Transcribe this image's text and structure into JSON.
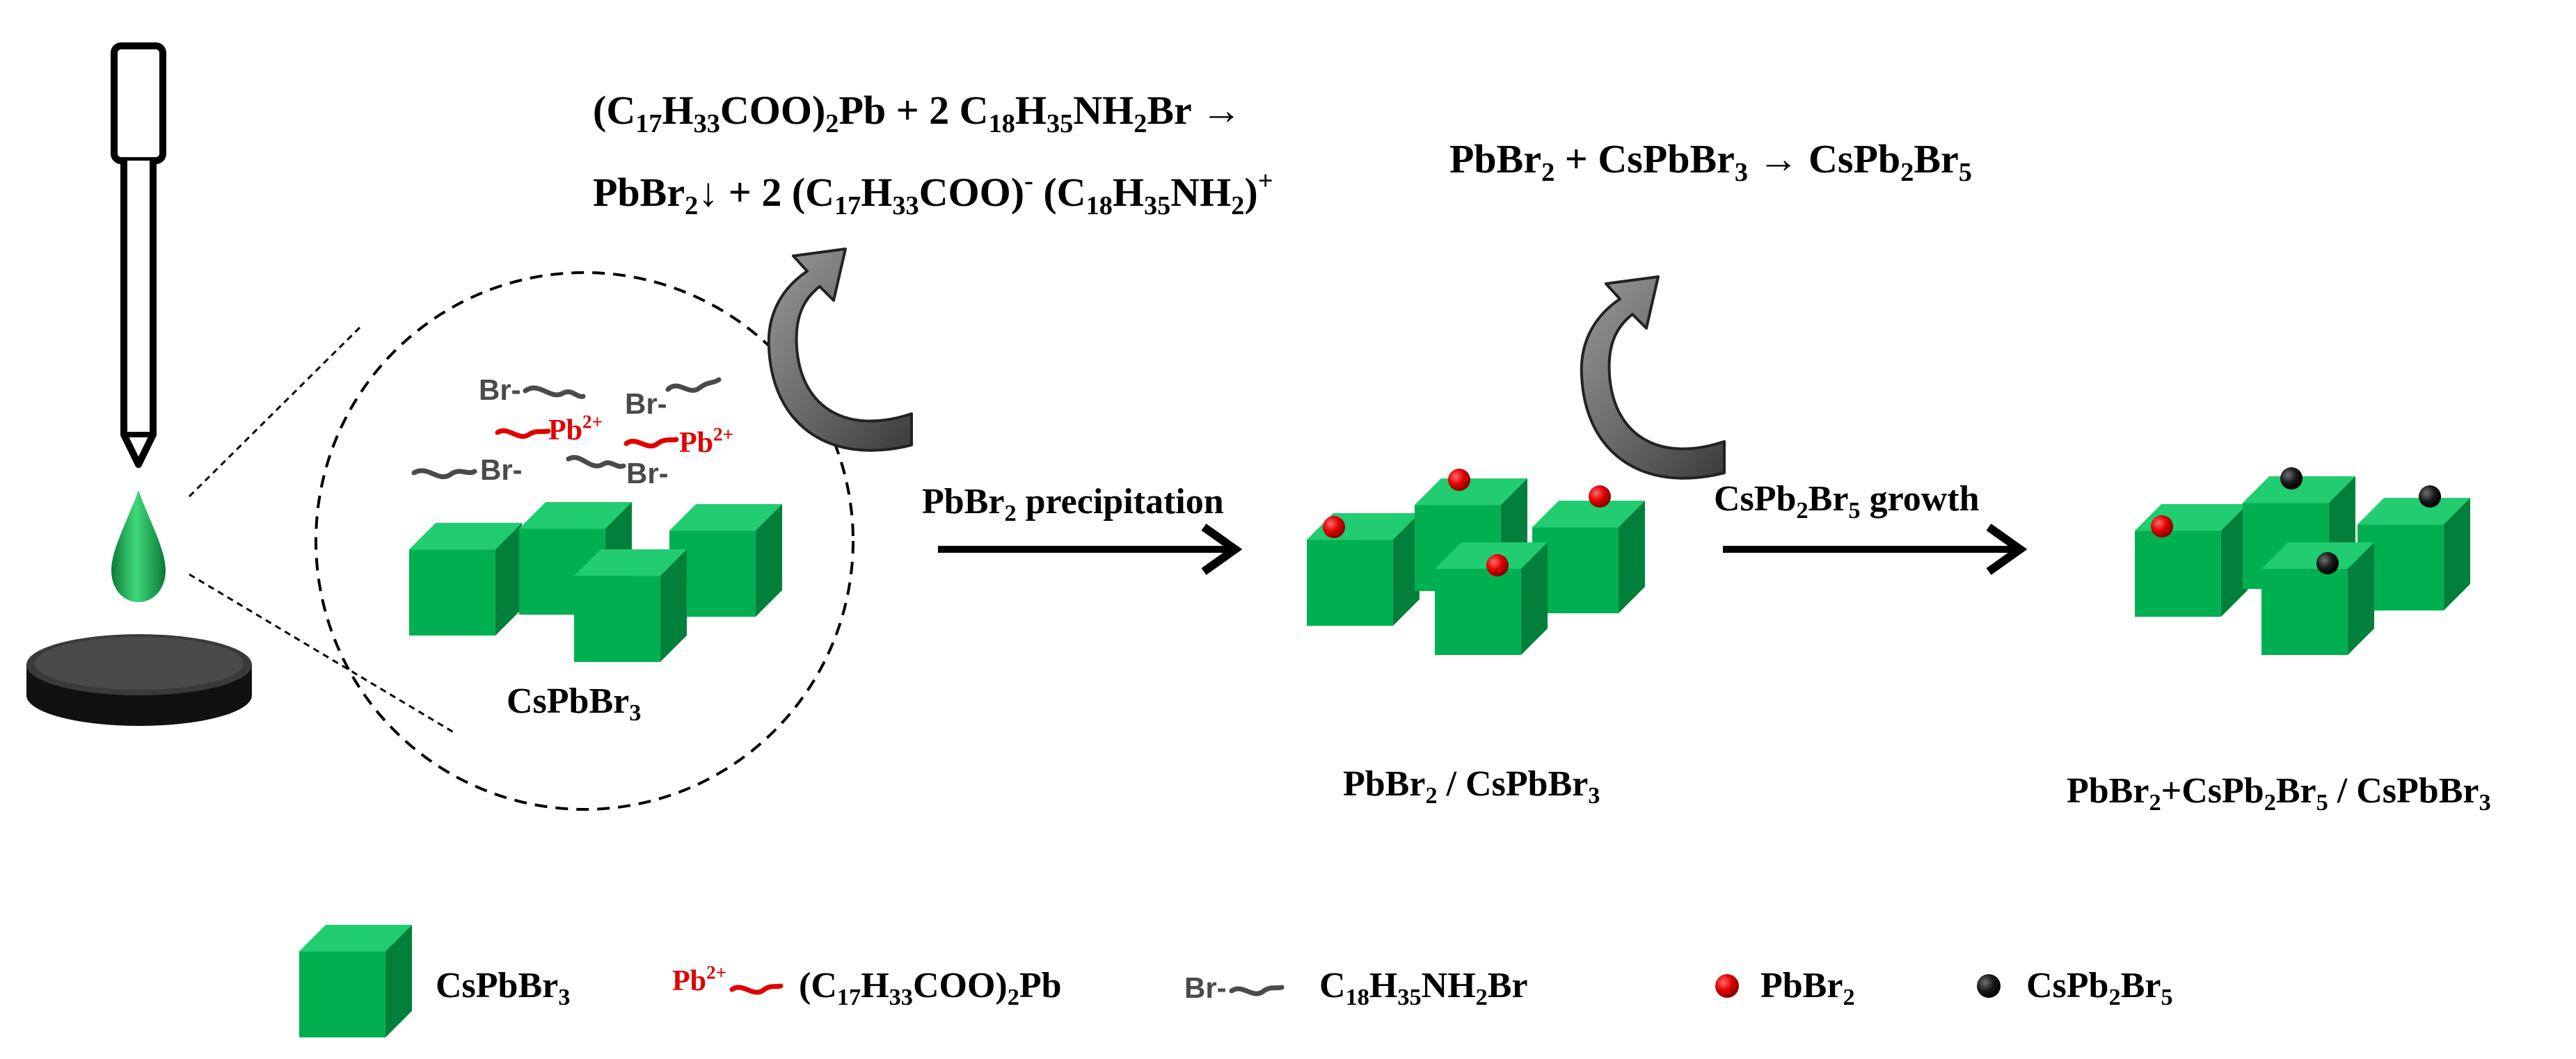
{
  "equations": {
    "eq1_line1": [
      "(C",
      "17",
      "H",
      "33",
      "COO)",
      "2",
      "Pb + 2 C",
      "18",
      "H",
      "35",
      "NH",
      "2",
      "Br →"
    ],
    "eq1_line2": [
      "PbBr",
      "2",
      "↓ + 2 (C",
      "17",
      "H",
      "33",
      "COO)",
      "-",
      " (C",
      "18",
      "H",
      "35",
      "NH",
      "2",
      ")",
      "+"
    ],
    "eq2": [
      "PbBr",
      "2",
      " + CsPbBr",
      "3",
      " → CsPb",
      "2",
      "Br",
      "5"
    ]
  },
  "ions": {
    "br": "Br-",
    "pb": "Pb",
    "pb_charge": "2+"
  },
  "labels": {
    "inset_cspbbr3": [
      "CsPbBr",
      "3"
    ],
    "step1": [
      "PbBr",
      "2",
      " precipitation"
    ],
    "step2": [
      "CsPb",
      "2",
      "Br",
      "5",
      " growth"
    ],
    "stage2": [
      "PbBr",
      "2",
      " / CsPbBr",
      "3"
    ],
    "stage3": [
      "PbBr",
      "2",
      "+CsPb",
      "2",
      "Br",
      "5",
      " / CsPbBr",
      "3"
    ]
  },
  "legend": {
    "cube": [
      "CsPbBr",
      "3"
    ],
    "pb_icon": "Pb",
    "pb_icon_charge": "2+",
    "pb_text": [
      "(C",
      "17",
      "H",
      "33",
      "COO)",
      "2",
      "Pb"
    ],
    "br_icon": "Br-",
    "br_text": [
      "C",
      "18",
      "H",
      "35",
      "NH",
      "2",
      "Br"
    ],
    "red_dot": [
      "PbBr",
      "2"
    ],
    "black_dot": [
      "CsPb",
      "2",
      "Br",
      "5"
    ]
  },
  "colors": {
    "cube_front": "#00b050",
    "cube_top": "#22cc70",
    "cube_side": "#00803a",
    "lead": "#e00000",
    "ligand": "#4a4a4a",
    "cspb2br5": "#1a1a1a",
    "droplet": "#1fb050",
    "substrate": "#1a1a1a"
  }
}
